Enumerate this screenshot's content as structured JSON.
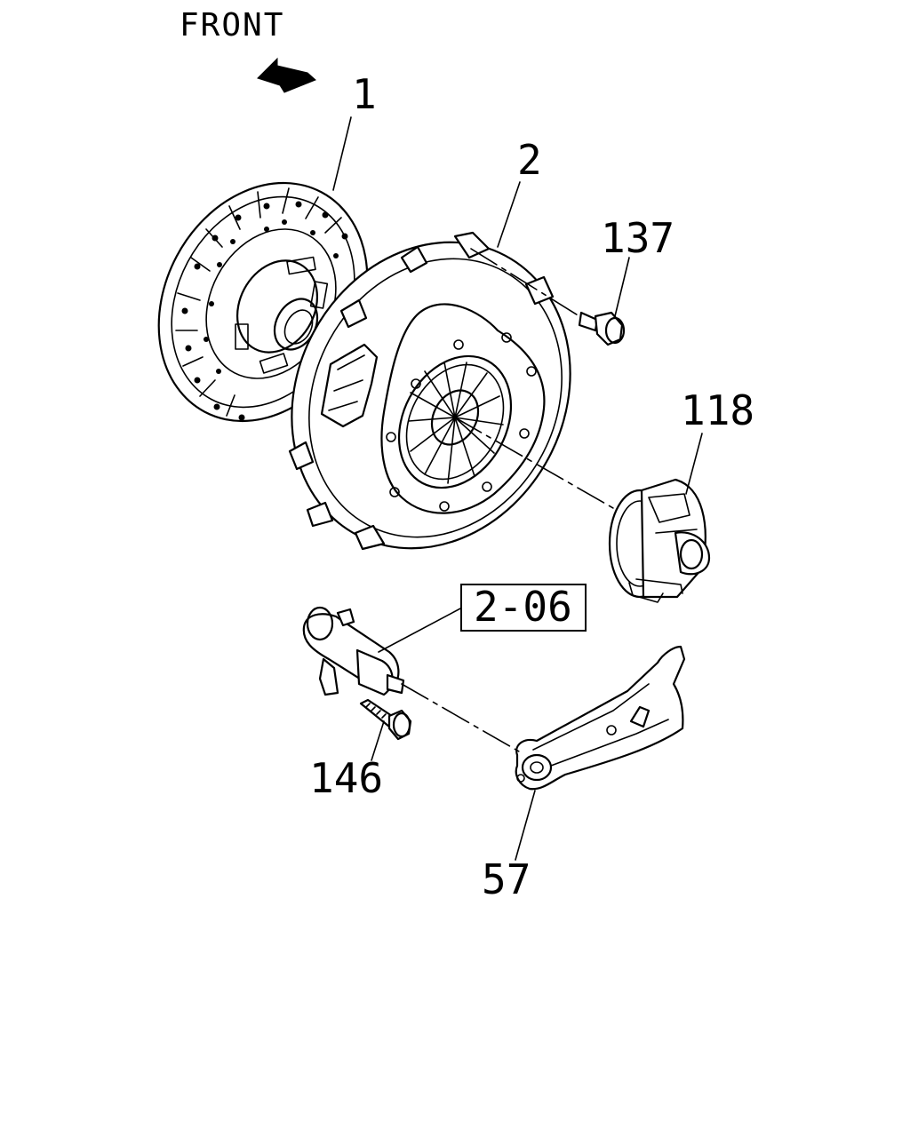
{
  "direction_label": "FRONT",
  "callouts": {
    "disc": "1",
    "cover": "2",
    "cover_bolt": "137",
    "release_bearing": "118",
    "slave_cylinder_ref": "2-06",
    "cylinder_bolt": "146",
    "fork": "57"
  }
}
